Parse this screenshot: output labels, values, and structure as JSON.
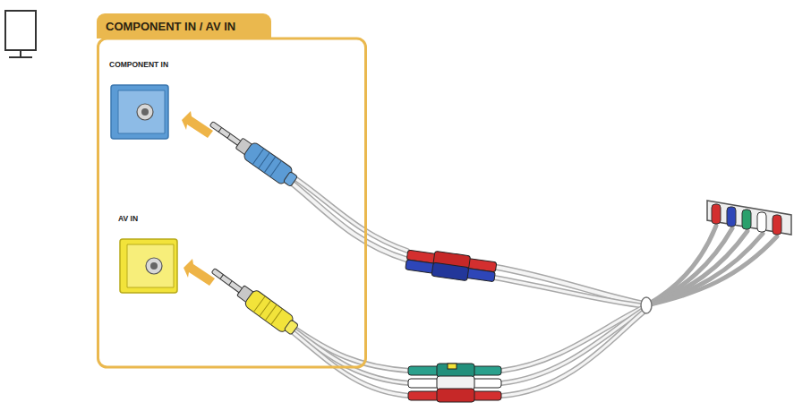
{
  "diagram": {
    "nodes": [
      {
        "text": [
          "COMPONENT IN / AV IN"
        ]
      },
      {
        "text": [
          "COMPONENT IN"
        ],
        "in": 0
      },
      {
        "text": [
          "AV IN"
        ],
        "in": 0
      }
    ]
  }
}
